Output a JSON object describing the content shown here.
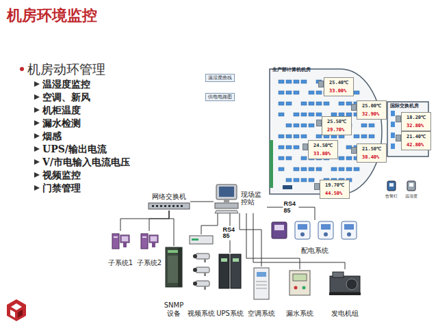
{
  "diagram": {
    "title": "机房环境监控",
    "nodes": [
      {
        "text": [
          "温湿度曲线"
        ]
      },
      {
        "text": [
          "供电电路图"
        ]
      },
      {
        "text": [
          "生产部计算机机房"
        ]
      },
      {
        "text": [
          "25.40℃",
          "33.00%"
        ],
        "in": 2
      },
      {
        "text": [
          "25.00℃",
          "32.90%"
        ],
        "in": 2
      },
      {
        "text": [
          "25.50℃",
          "29.70%"
        ],
        "in": 2
      },
      {
        "text": [
          "24.50℃",
          "33.80%"
        ],
        "in": 2
      },
      {
        "text": [
          "21.50℃",
          "38.40%"
        ],
        "in": 2
      },
      {
        "text": [
          "19.70℃",
          "44.50%"
        ],
        "in": 2
      },
      {
        "text": [
          "国际交换机房"
        ]
      },
      {
        "text": [
          "18.20℃",
          "32.80%"
        ],
        "in": 9
      },
      {
        "text": [
          "21.40℃",
          "42.80%"
        ],
        "in": 9
      },
      {
        "text": [
          "网络交换机"
        ]
      },
      {
        "text": [
          "现场监控站"
        ]
      },
      {
        "text": [
          "子系统1"
        ]
      },
      {
        "text": [
          "子系统2"
        ]
      },
      {
        "text": [
          "SNMP设备"
        ]
      },
      {
        "text": [
          "视频系统"
        ]
      },
      {
        "text": [
          "UPS系统"
        ]
      },
      {
        "text": [
          "空调系统"
        ]
      },
      {
        "text": [
          "漏水系统"
        ]
      },
      {
        "text": [
          "发电机组"
        ]
      },
      {
        "text": [
          "配电系统"
        ]
      }
    ],
    "edges": [
      {
        "from": 12,
        "to": 13,
        "arrow": "none"
      },
      {
        "from": 12,
        "to": 14,
        "arrow": "none"
      },
      {
        "from": 12,
        "to": 15,
        "arrow": "none"
      },
      {
        "from": 12,
        "to": 16,
        "arrow": "none"
      },
      {
        "from": 13,
        "to": 22,
        "label": "RS485",
        "arrow": "none"
      },
      {
        "from": 13,
        "to": 17,
        "arrow": "none"
      },
      {
        "from": 13,
        "to": 18,
        "label": "RS485",
        "arrow": "none"
      },
      {
        "from": 13,
        "to": 19,
        "arrow": "none"
      },
      {
        "from": 13,
        "to": 20,
        "arrow": "none"
      },
      {
        "from": 13,
        "to": 21,
        "arrow": "none"
      }
    ],
    "labels": [
      "机房动环管理",
      "温湿度监控",
      "空调、新风",
      "机柜温度",
      "漏水检测",
      "烟感",
      "UPS/输出电流",
      "V/市电输入电流电压",
      "视频监控",
      "门禁管理",
      "告警灯",
      "温湿度"
    ]
  }
}
